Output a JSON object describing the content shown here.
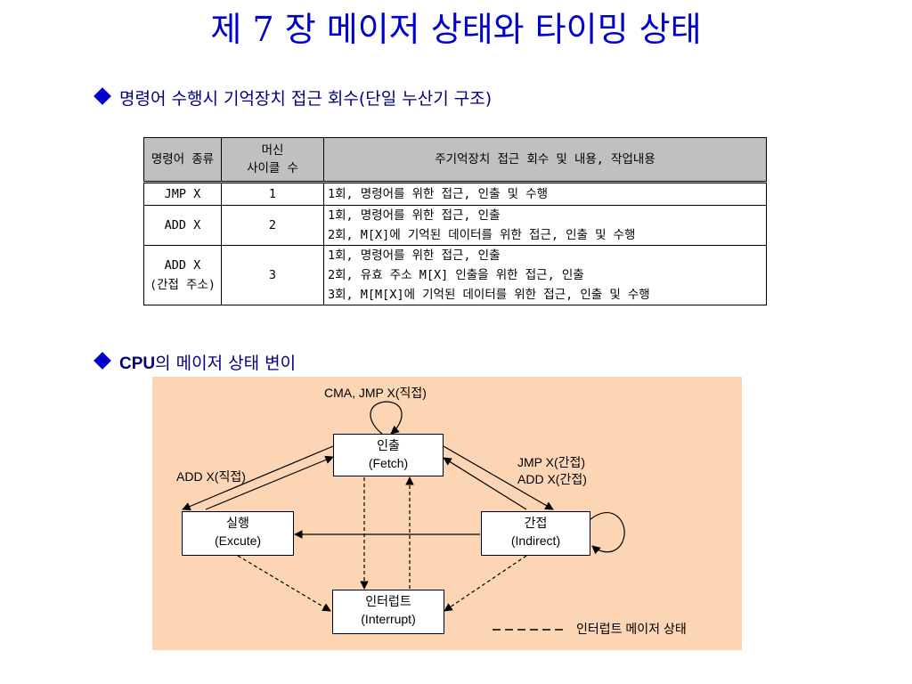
{
  "title": "제 7 장 메이저 상태와 타이밍 상태",
  "section1": {
    "text": "명령어 수행시 기억장치 접근 회수(단일 누산기 구조)"
  },
  "section2": {
    "cpu": "CPU",
    "rest": "의 메이저 상태 변이"
  },
  "table": {
    "headers": {
      "col1": "명령어 종류",
      "col2_line1": "머신",
      "col2_line2": "사이클 수",
      "col3": "주기억장치 접근 회수 및 내용, 작업내용"
    },
    "rows": [
      {
        "inst_line1": "JMP X",
        "inst_line2": "",
        "cycles": "1",
        "details": [
          "1회, 명령어를 위한 접근, 인출 및 수행"
        ]
      },
      {
        "inst_line1": "ADD X",
        "inst_line2": "",
        "cycles": "2",
        "details": [
          "1회, 명령어를 위한 접근, 인출",
          "2회, M[X]에 기억된 데이터를 위한 접근, 인출 및 수행"
        ]
      },
      {
        "inst_line1": "ADD X",
        "inst_line2": "(간접 주소)",
        "cycles": "3",
        "details": [
          "1회, 명령어를 위한 접근, 인출",
          "2회, 유효 주소 M[X] 인출을 위한 접근, 인출",
          "3회, M[M[X]에 기억된 데이터를 위한 접근, 인출 및 수행"
        ]
      }
    ]
  },
  "diagram": {
    "fetch": {
      "name": "인출",
      "sub": "(Fetch)"
    },
    "execute": {
      "name": "실행",
      "sub": "(Excute)"
    },
    "indirect": {
      "name": "간접",
      "sub": "(Indirect)"
    },
    "interrupt": {
      "name": "인터럽트",
      "sub": "(Interrupt)"
    },
    "label_loop_fetch": "CMA, JMP X(직접)",
    "label_left": "ADD X(직접)",
    "label_right_line1": "JMP X(간접)",
    "label_right_line2": "ADD X(간접)",
    "legend": "인터럽트 메이저 상태"
  }
}
